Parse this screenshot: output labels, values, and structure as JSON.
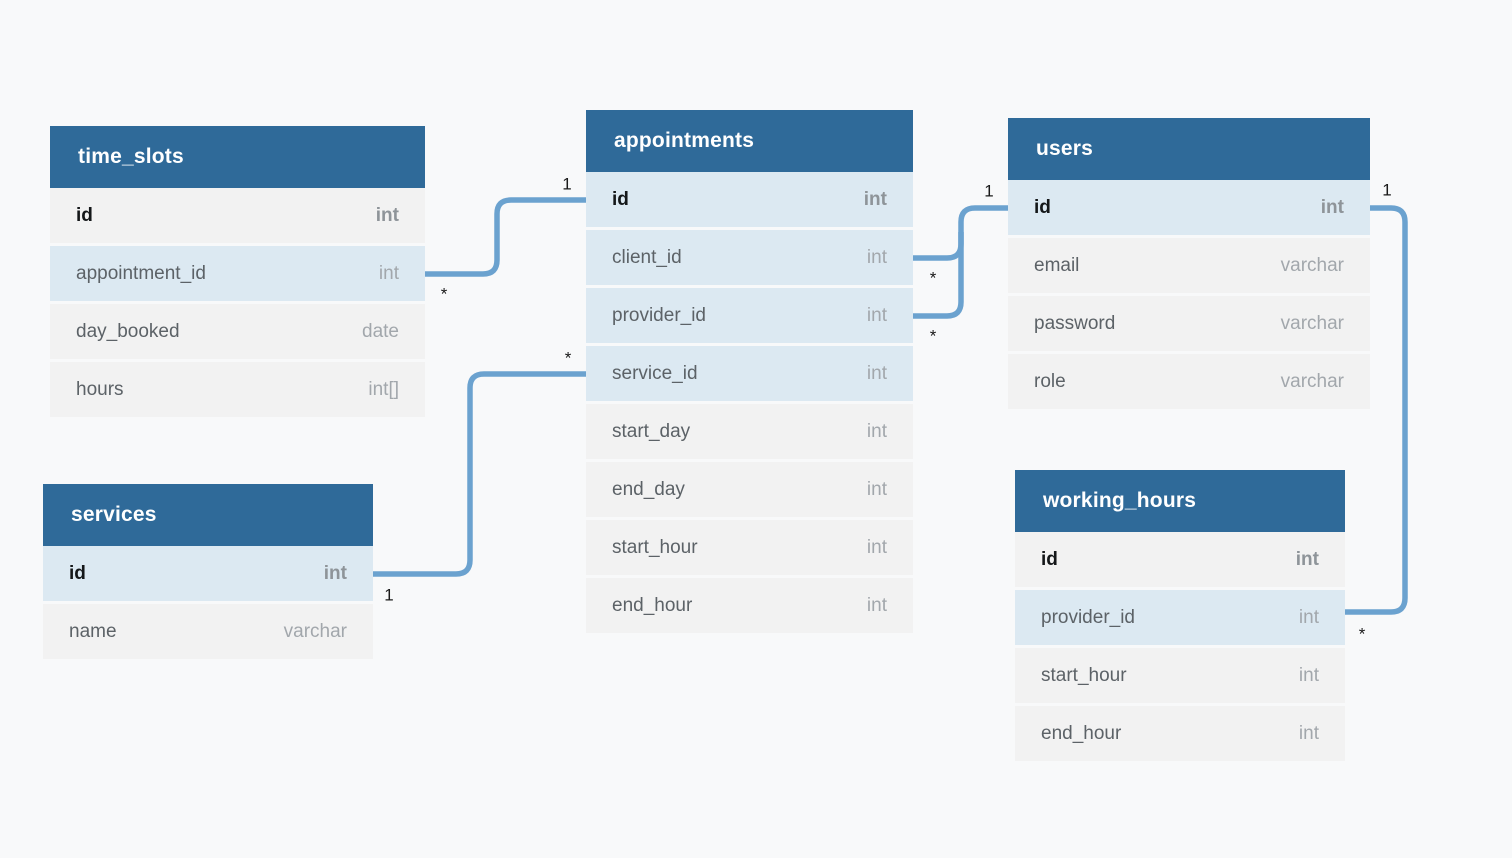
{
  "diagram": {
    "tables": [
      {
        "name": "time_slots",
        "columns": [
          {
            "field": "id",
            "type": "int",
            "pk": true,
            "highlight": false
          },
          {
            "field": "appointment_id",
            "type": "int",
            "pk": false,
            "highlight": true
          },
          {
            "field": "day_booked",
            "type": "date",
            "pk": false,
            "highlight": false
          },
          {
            "field": "hours",
            "type": "int[]",
            "pk": false,
            "highlight": false
          }
        ]
      },
      {
        "name": "appointments",
        "columns": [
          {
            "field": "id",
            "type": "int",
            "pk": true,
            "highlight": true
          },
          {
            "field": "client_id",
            "type": "int",
            "pk": false,
            "highlight": true
          },
          {
            "field": "provider_id",
            "type": "int",
            "pk": false,
            "highlight": true
          },
          {
            "field": "service_id",
            "type": "int",
            "pk": false,
            "highlight": true
          },
          {
            "field": "start_day",
            "type": "int",
            "pk": false,
            "highlight": false
          },
          {
            "field": "end_day",
            "type": "int",
            "pk": false,
            "highlight": false
          },
          {
            "field": "start_hour",
            "type": "int",
            "pk": false,
            "highlight": false
          },
          {
            "field": "end_hour",
            "type": "int",
            "pk": false,
            "highlight": false
          }
        ]
      },
      {
        "name": "users",
        "columns": [
          {
            "field": "id",
            "type": "int",
            "pk": true,
            "highlight": true
          },
          {
            "field": "email",
            "type": "varchar",
            "pk": false,
            "highlight": false
          },
          {
            "field": "password",
            "type": "varchar",
            "pk": false,
            "highlight": false
          },
          {
            "field": "role",
            "type": "varchar",
            "pk": false,
            "highlight": false
          }
        ]
      },
      {
        "name": "services",
        "columns": [
          {
            "field": "id",
            "type": "int",
            "pk": true,
            "highlight": true
          },
          {
            "field": "name",
            "type": "varchar",
            "pk": false,
            "highlight": false
          }
        ]
      },
      {
        "name": "working_hours",
        "columns": [
          {
            "field": "id",
            "type": "int",
            "pk": true,
            "highlight": false
          },
          {
            "field": "provider_id",
            "type": "int",
            "pk": false,
            "highlight": true
          },
          {
            "field": "start_hour",
            "type": "int",
            "pk": false,
            "highlight": false
          },
          {
            "field": "end_hour",
            "type": "int",
            "pk": false,
            "highlight": false
          }
        ]
      }
    ],
    "relations": [
      {
        "from_table": "time_slots",
        "from_column": "appointment_id",
        "from_card": "*",
        "to_table": "appointments",
        "to_column": "id",
        "to_card": "1"
      },
      {
        "from_table": "services",
        "from_column": "id",
        "from_card": "1",
        "to_table": "appointments",
        "to_column": "service_id",
        "to_card": "*"
      },
      {
        "from_table": "appointments",
        "from_column": "client_id",
        "from_card": "*",
        "to_table": "users",
        "to_column": "id",
        "to_card": "1"
      },
      {
        "from_table": "appointments",
        "from_column": "provider_id",
        "from_card": "*",
        "to_table": "users",
        "to_column": "id",
        "to_card": "1"
      },
      {
        "from_table": "users",
        "from_column": "id",
        "from_card": "1",
        "to_table": "working_hours",
        "to_column": "provider_id",
        "to_card": "*"
      }
    ]
  },
  "colors": {
    "page_bg": "#f8f9fa",
    "table_header_bg": "#2f6a99",
    "table_header_text": "#ffffff",
    "row_bg": "#f2f2f2",
    "row_highlight_bg": "#dce9f2",
    "relation_line": "#6ba2cf",
    "field_text": "#5c6267",
    "type_text": "#a2a7ac",
    "cardinality_text": "#1a1a1a"
  }
}
